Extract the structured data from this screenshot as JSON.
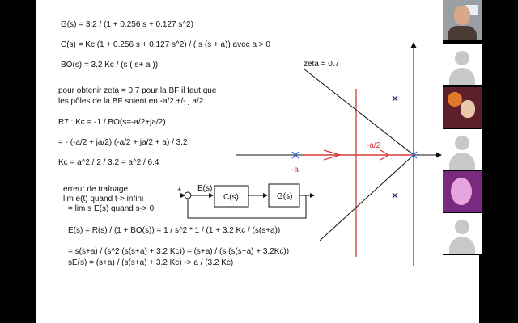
{
  "whiteboard": {
    "lines": [
      "G(s) = 3.2 / (1 + 0.256 s + 0.127 s^2)",
      "C(s) = Kc (1 + 0.256 s + 0.127 s^2) / ( s (s + a)) avec a > 0",
      "BO(s) = 3.2 Kc / (s ( s+ a ))",
      "pour obtenir zeta = 0.7 pour la BF il faut que",
      "les pôles de la BF soient en -a/2 +/- j a/2",
      "R7 : Kc = -1 / BO(s=-a/2+ja/2)",
      "= - (-a/2 + ja/2) (-a/2 + ja/2 + a) / 3.2",
      "Kc = a^2 / 2 / 3.2 = a^2 / 6.4",
      "erreur de traînage",
      "lim e(t) quand t-> infini",
      "= lim s E(s) quand s-> 0",
      "E(s) = R(s) / (1 + BO(s)) = 1 / s^2 * 1 / (1 + 3.2 Kc / (s(s+a))",
      "= s(s+a) / (s^2 (s(s+a) + 3.2 Kc)) = (s+a) / (s (s(s+a) + 3.2Kc))",
      "sE(s) = (s+a) / (s(s+a) + 3.2 Kc) -> a / (3.2 Kc)"
    ],
    "block_diagram": {
      "plus": "+",
      "minus": "-",
      "error_label": "E(s)",
      "controller": "C(s)",
      "plant": "G(s)"
    },
    "root_locus": {
      "zeta_label": "zeta = 0.7",
      "half_a_label": "-a/2",
      "a_label": "-a"
    }
  },
  "participants": [
    {
      "kind": "webcam",
      "name": ""
    },
    {
      "kind": "avatar",
      "name": ""
    },
    {
      "kind": "video",
      "name": ""
    },
    {
      "kind": "avatar",
      "name": ""
    },
    {
      "kind": "video",
      "name": ""
    },
    {
      "kind": "avatar",
      "name": ""
    }
  ]
}
